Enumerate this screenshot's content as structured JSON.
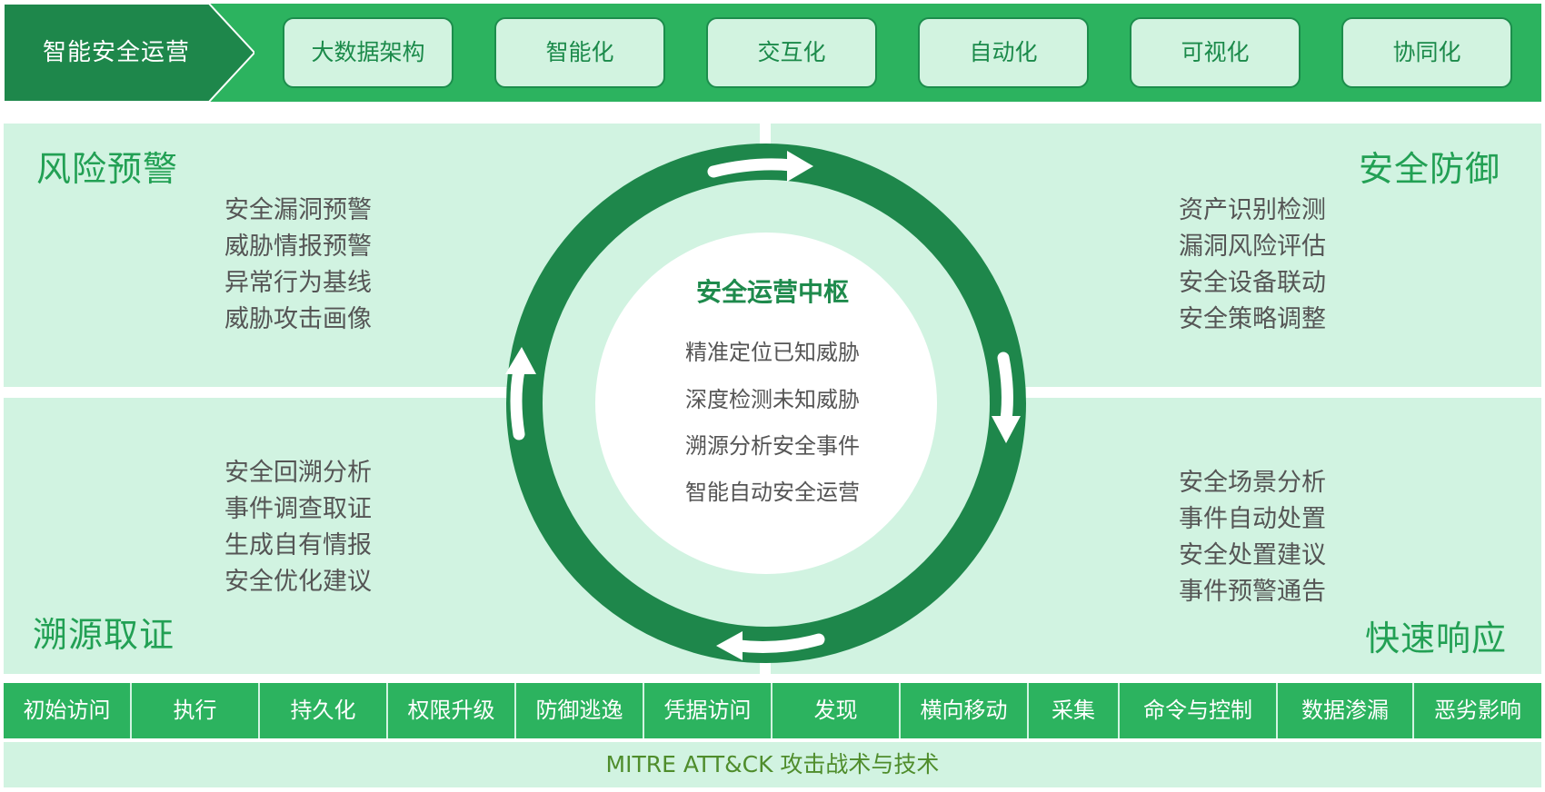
{
  "top": {
    "lead": "智能安全运营",
    "pills": [
      "大数据架构",
      "智能化",
      "交互化",
      "自动化",
      "可视化",
      "协同化"
    ]
  },
  "quadrants": {
    "risk": {
      "title": "风险预警",
      "items": [
        "安全漏洞预警",
        "威胁情报预警",
        "异常行为基线",
        "威胁攻击画像"
      ]
    },
    "defense": {
      "title": "安全防御",
      "items": [
        "资产识别检测",
        "漏洞风险评估",
        "安全设备联动",
        "安全策略调整"
      ]
    },
    "trace": {
      "title": "溯源取证",
      "items": [
        "安全回溯分析",
        "事件调查取证",
        "生成自有情报",
        "安全优化建议"
      ]
    },
    "response": {
      "title": "快速响应",
      "items": [
        "安全场景分析",
        "事件自动处置",
        "安全处置建议",
        "事件预警通告"
      ]
    }
  },
  "hub": {
    "title": "安全运营中枢",
    "lines": [
      "精准定位已知威胁",
      "深度检测未知威胁",
      "溯源分析安全事件",
      "智能自动安全运营"
    ]
  },
  "tactics": [
    "初始访问",
    "执行",
    "持久化",
    "权限升级",
    "防御逃逸",
    "凭据访问",
    "发现",
    "横向移动",
    "采集",
    "命令与控制",
    "数据渗漏",
    "恶劣影响"
  ],
  "footer": "MITRE ATT&CK 攻击战术与技术",
  "colors": {
    "primary_green": "#2cb35f",
    "dark_green": "#1e874b",
    "light_green": "#d1f3e1"
  }
}
